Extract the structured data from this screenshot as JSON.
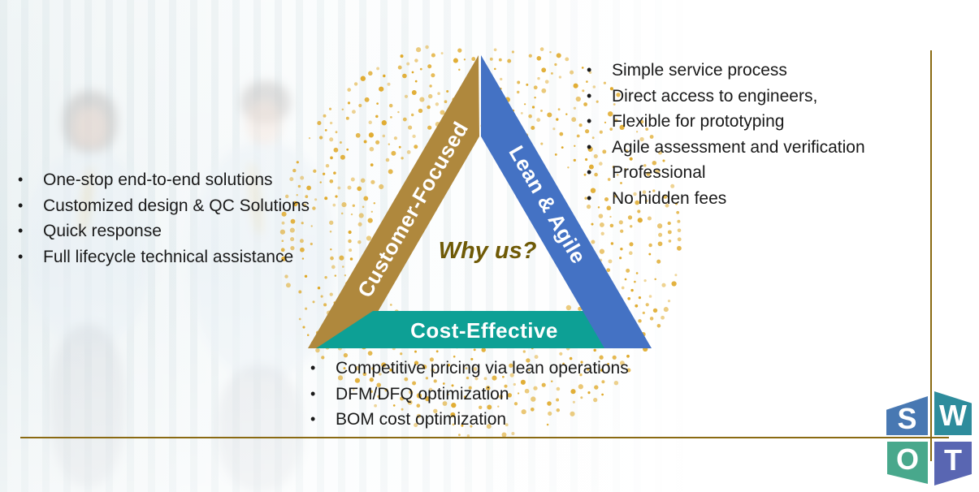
{
  "slide": {
    "center_question": "Why us?",
    "bullet": "•",
    "triangle": {
      "left_label": "Customer-Focused",
      "right_label": "Lean & Agile",
      "bottom_label": "Cost-Effective",
      "left_color": "#af883d",
      "right_color": "#4472c4",
      "bottom_color": "#0da095"
    },
    "left_list": [
      "One-stop end-to-end solutions",
      "Customized design & QC Solutions",
      "Quick response",
      "Full lifecycle technical assistance"
    ],
    "right_list": [
      "Simple service process",
      "Direct access to engineers,",
      "Flexible for prototyping",
      "Agile assessment and verification",
      "Professional",
      "No hidden fees"
    ],
    "bottom_list": [
      "Competitive pricing via lean operations",
      "DFM/DFQ optimization",
      "BOM cost optimization"
    ],
    "accents": {
      "dot_color": "#dfa827",
      "line_color": "#8a6a12",
      "question_color": "#6f5a06"
    },
    "logo": {
      "letters": [
        "S",
        "W",
        "O",
        "T"
      ],
      "colors": {
        "s": "#4878b2",
        "w": "#2e8c9c",
        "o": "#48a88c",
        "t": "#5966b2"
      }
    }
  }
}
